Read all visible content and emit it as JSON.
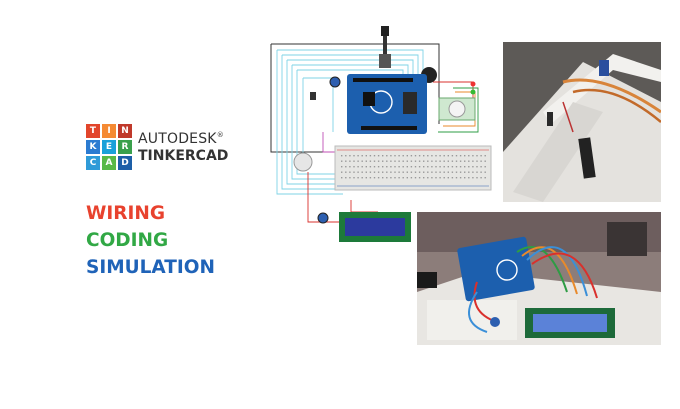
{
  "logo": {
    "tiles": [
      {
        "letter": "T",
        "color": "#e2452b"
      },
      {
        "letter": "I",
        "color": "#f58a33"
      },
      {
        "letter": "N",
        "color": "#c0392b"
      },
      {
        "letter": "K",
        "color": "#2b7bd1"
      },
      {
        "letter": "E",
        "color": "#1aa1d9"
      },
      {
        "letter": "R",
        "color": "#3aa04c"
      },
      {
        "letter": "C",
        "color": "#2f9bd8"
      },
      {
        "letter": "A",
        "color": "#58b947"
      },
      {
        "letter": "D",
        "color": "#1d5fa8"
      }
    ],
    "brand_top": "AUTODESK",
    "brand_mark": "®",
    "brand_bottom": "TINKERCAD"
  },
  "features": [
    {
      "text": "WIRING",
      "color": "#e8422e"
    },
    {
      "text": "CODING",
      "color": "#31a845"
    },
    {
      "text": "SIMULATION",
      "color": "#1f63b8"
    }
  ],
  "colors": {
    "arduino": "#1c5fae",
    "breadboard": "#e6e6e3",
    "lcd_screen": "#2c3a9e"
  }
}
